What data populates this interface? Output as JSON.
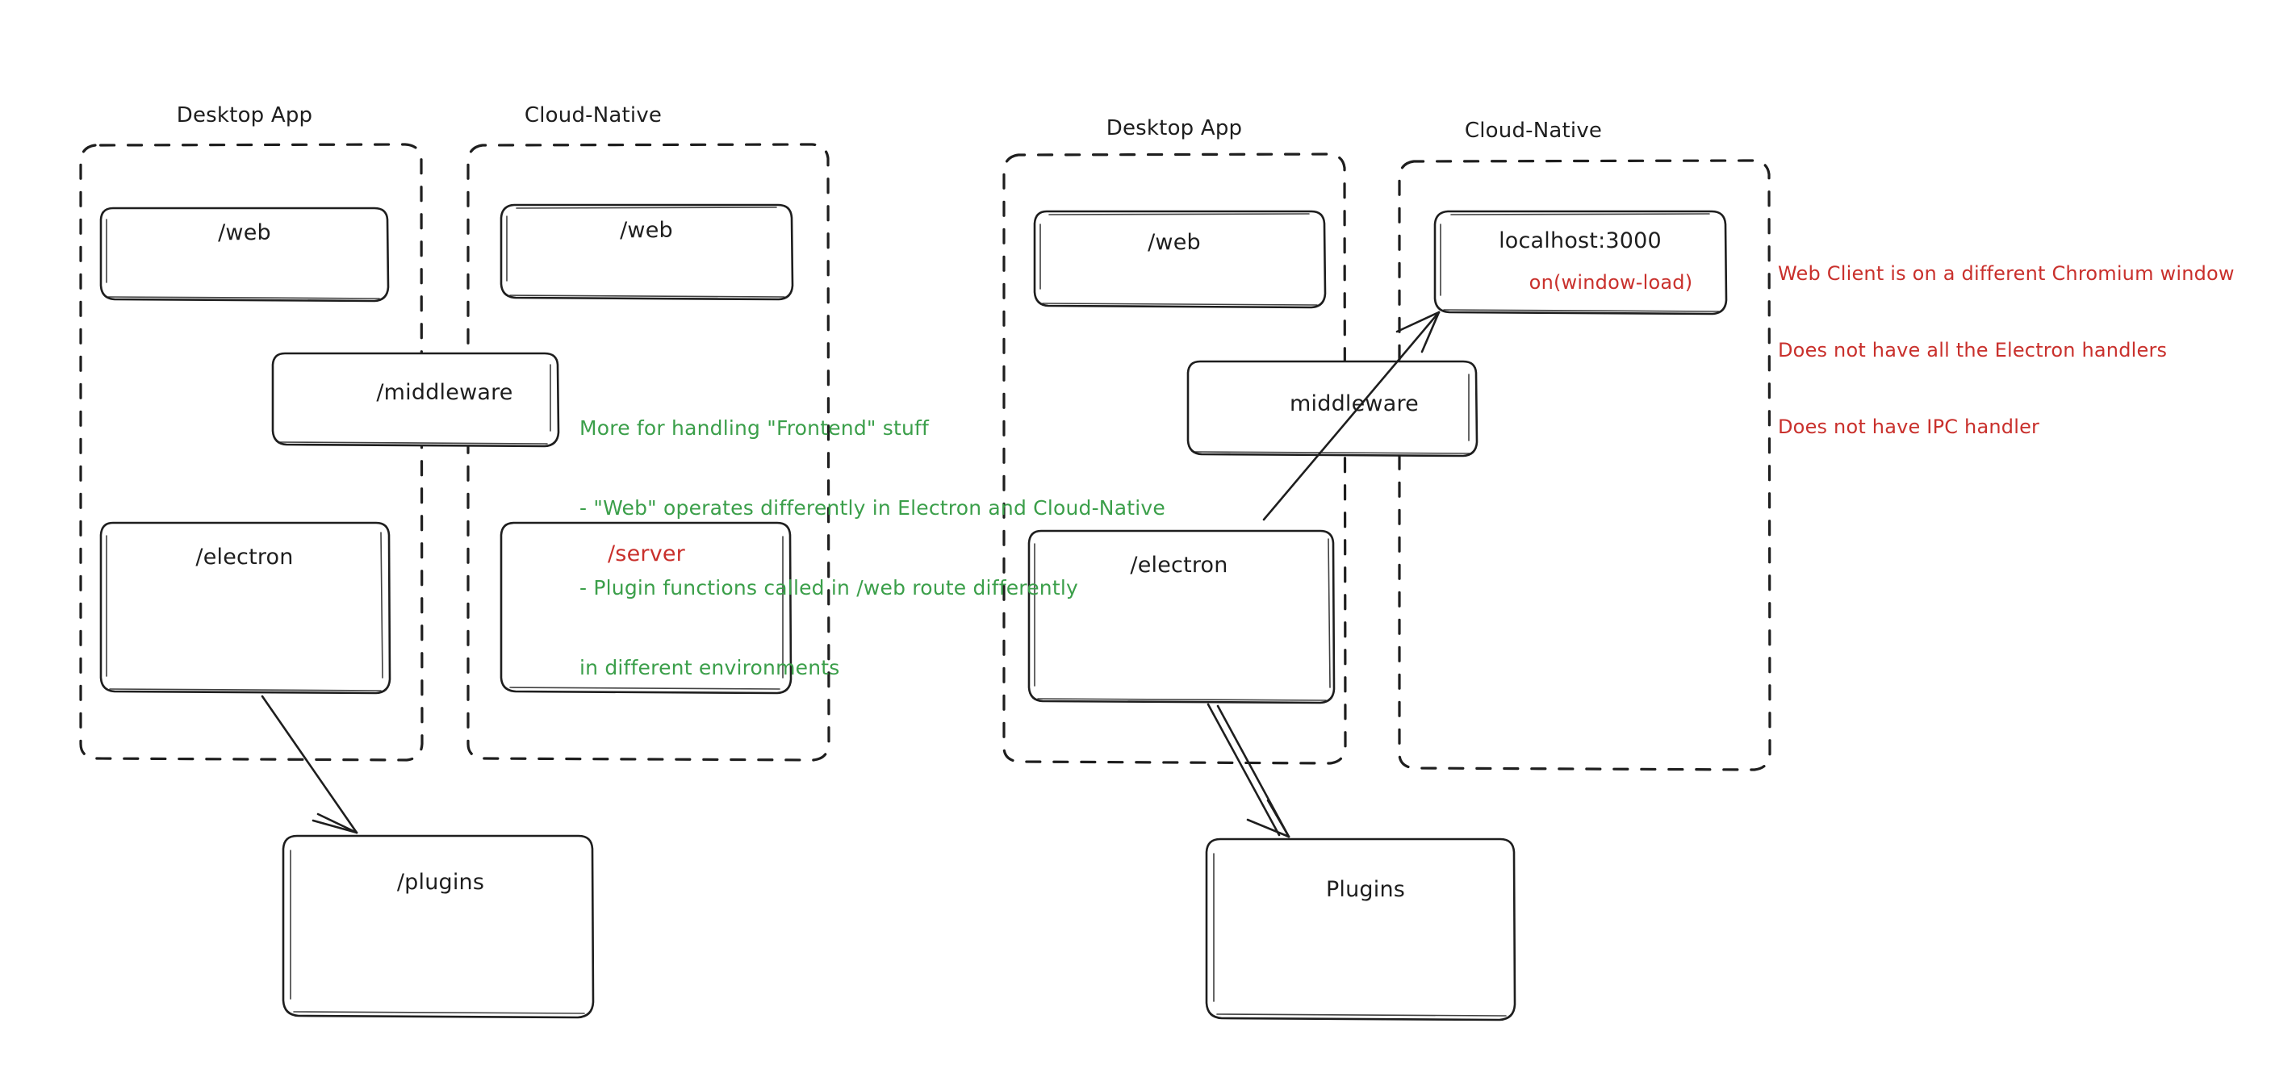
{
  "diagram": {
    "title_absent": true,
    "background": "#ffffff",
    "colors": {
      "stroke": "#1e1e1e",
      "green": "#3b9f4a",
      "red": "#c9302c"
    },
    "left_scenario": {
      "groups": [
        {
          "label": "Desktop App"
        },
        {
          "label": "Cloud-Native"
        }
      ],
      "nodes": [
        {
          "label": "/web",
          "color": "dark"
        },
        {
          "label": "/web",
          "color": "dark"
        },
        {
          "label": "/middleware",
          "color": "dark"
        },
        {
          "label": "/electron",
          "color": "dark"
        },
        {
          "label": "/server",
          "color": "red"
        },
        {
          "label": "/plugins",
          "color": "dark"
        }
      ]
    },
    "right_scenario": {
      "groups": [
        {
          "label": "Desktop App"
        },
        {
          "label": "Cloud-Native"
        }
      ],
      "nodes": [
        {
          "label": "/web",
          "color": "dark"
        },
        {
          "label": "localhost:3000",
          "color": "dark",
          "sublabel": "on(window-load)"
        },
        {
          "label": "middleware",
          "color": "dark"
        },
        {
          "label": "/electron",
          "color": "dark"
        },
        {
          "label": "Plugins",
          "color": "dark"
        }
      ]
    },
    "annotations": {
      "green_note": {
        "color": "#3b9f4a",
        "lines": [
          "More for handling \"Frontend\" stuff",
          "- \"Web\" operates differently in Electron and Cloud-Native",
          "- Plugin functions called in /web route differently",
          "in different environments"
        ]
      },
      "red_note": {
        "color": "#c9302c",
        "lines": [
          "Web Client is on a different Chromium window",
          "Does not have all the Electron handlers",
          "Does not have IPC handler"
        ]
      }
    }
  }
}
